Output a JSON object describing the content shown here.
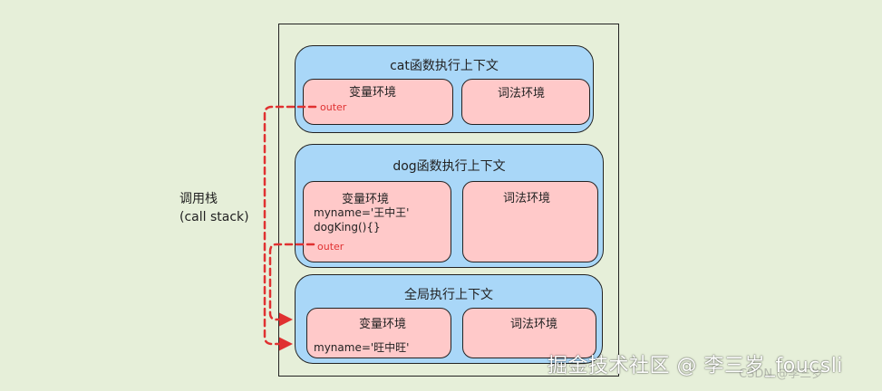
{
  "call_stack_label": [
    "调用栈",
    "(call stack)"
  ],
  "contexts": {
    "cat": {
      "title": "cat函数执行上下文",
      "variable_env": {
        "title": "变量环境",
        "outer": "outer"
      },
      "lexical_env": {
        "title": "词法环境"
      }
    },
    "dog": {
      "title": "dog函数执行上下文",
      "variable_env": {
        "title": "变量环境",
        "lines": [
          "myname='王中王'",
          "dogKing(){}"
        ],
        "outer": "outer"
      },
      "lexical_env": {
        "title": "词法环境"
      }
    },
    "global": {
      "title": "全局执行上下文",
      "variable_env": {
        "title": "变量环境",
        "lines": [
          "myname='旺中旺'"
        ]
      },
      "lexical_env": {
        "title": "词法环境"
      }
    }
  },
  "colors": {
    "background": "#e6efd9",
    "context_fill": "#a9d7f8",
    "env_fill": "#ffc9c9",
    "arrow": "#e03131"
  },
  "watermark": {
    "main": "掘金技术社区 @ 李三岁_foucsli",
    "sub": "CSDN @李三岁"
  }
}
